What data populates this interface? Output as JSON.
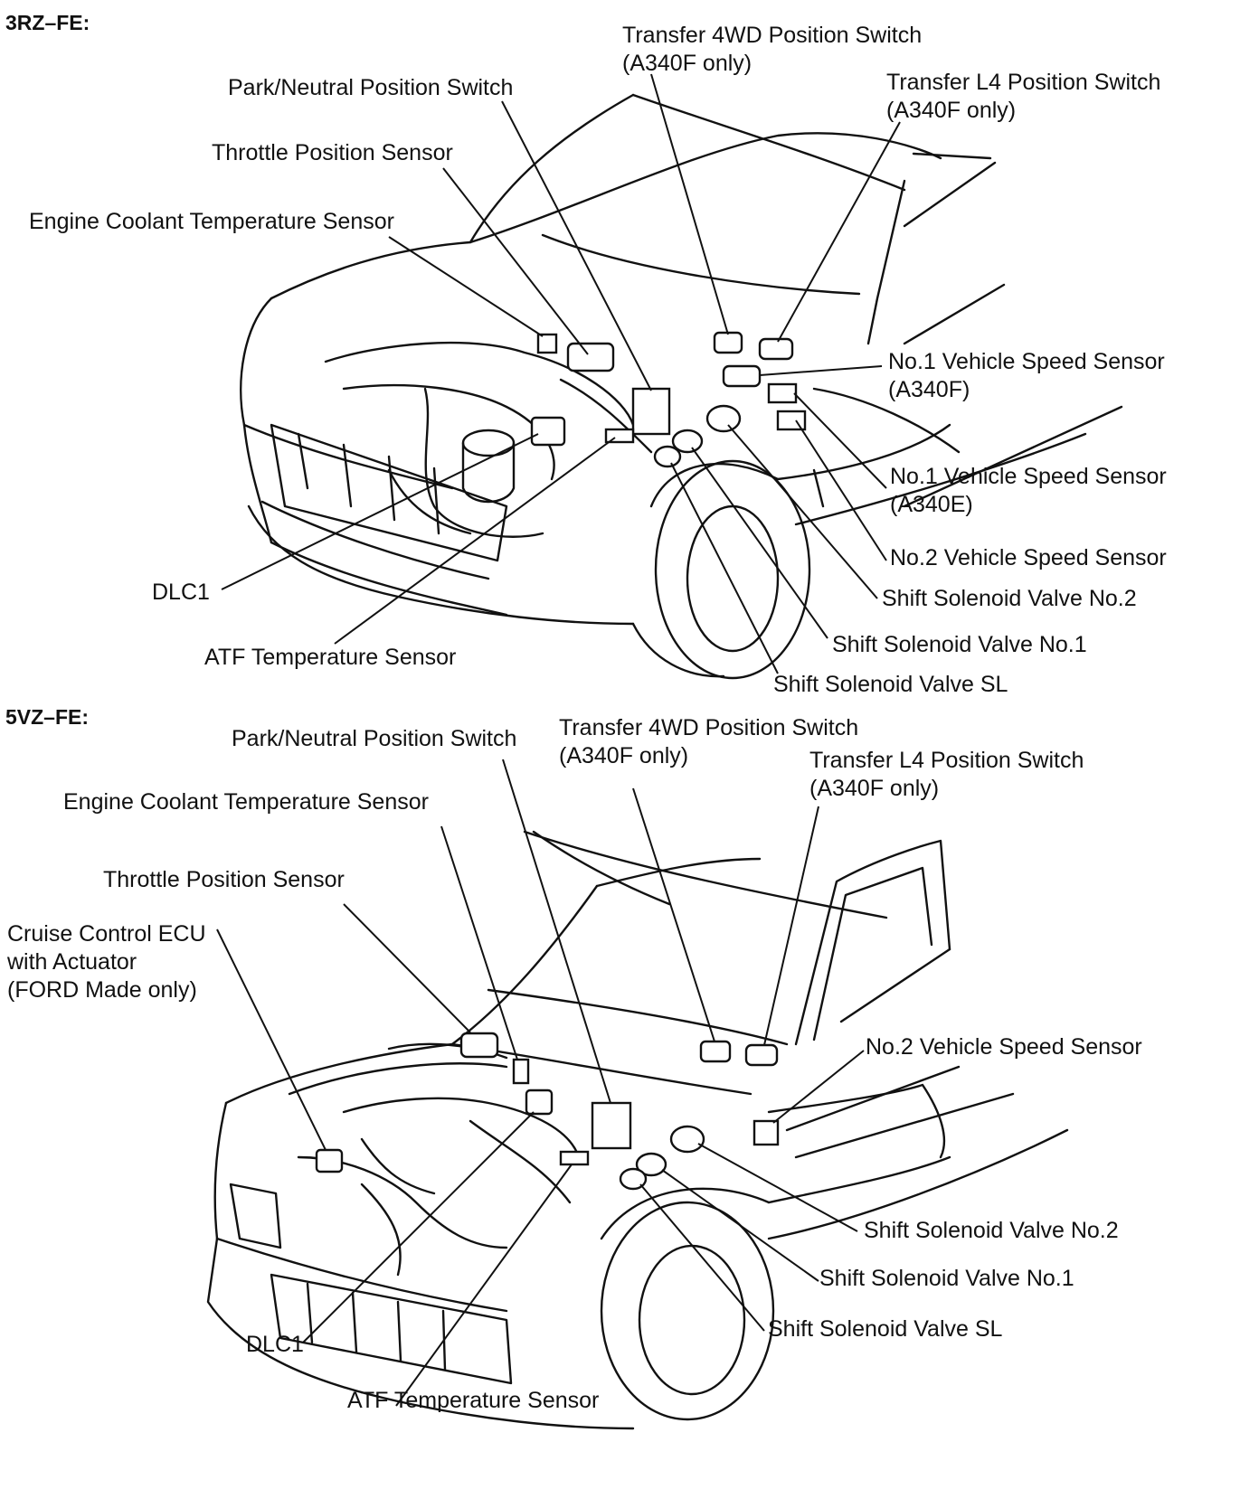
{
  "diagrams": [
    {
      "heading": "3RZ–FE:",
      "labels": {
        "transfer_4wd": [
          "Transfer 4WD Position Switch",
          "(A340F only)"
        ],
        "park_neutral": "Park/Neutral Position Switch",
        "transfer_l4": [
          "Transfer L4 Position Switch",
          "(A340F only)"
        ],
        "throttle": "Throttle Position Sensor",
        "coolant": "Engine Coolant Temperature Sensor",
        "vss1_a340f": [
          "No.1 Vehicle Speed Sensor",
          "(A340F)"
        ],
        "vss1_a340e": [
          "No.1 Vehicle Speed Sensor",
          "(A340E)"
        ],
        "vss2": "No.2 Vehicle Speed Sensor",
        "ssv2": "Shift Solenoid Valve No.2",
        "ssv1": "Shift Solenoid Valve No.1",
        "ssvsl": "Shift Solenoid Valve SL",
        "dlc1": "DLC1",
        "atf": "ATF Temperature Sensor"
      }
    },
    {
      "heading": "5VZ–FE:",
      "labels": {
        "park_neutral": "Park/Neutral Position Switch",
        "transfer_4wd": [
          "Transfer 4WD Position Switch",
          "(A340F only)"
        ],
        "transfer_l4": [
          "Transfer L4 Position Switch",
          "(A340F only)"
        ],
        "coolant": "Engine Coolant Temperature Sensor",
        "throttle": "Throttle Position Sensor",
        "cruise": [
          "Cruise Control ECU",
          "with Actuator",
          "(FORD Made only)"
        ],
        "vss2": "No.2 Vehicle Speed Sensor",
        "ssv2": "Shift Solenoid Valve No.2",
        "ssv1": "Shift Solenoid Valve No.1",
        "ssvsl": "Shift Solenoid Valve SL",
        "dlc1": "DLC1",
        "atf": "ATF Temperature Sensor"
      }
    }
  ]
}
